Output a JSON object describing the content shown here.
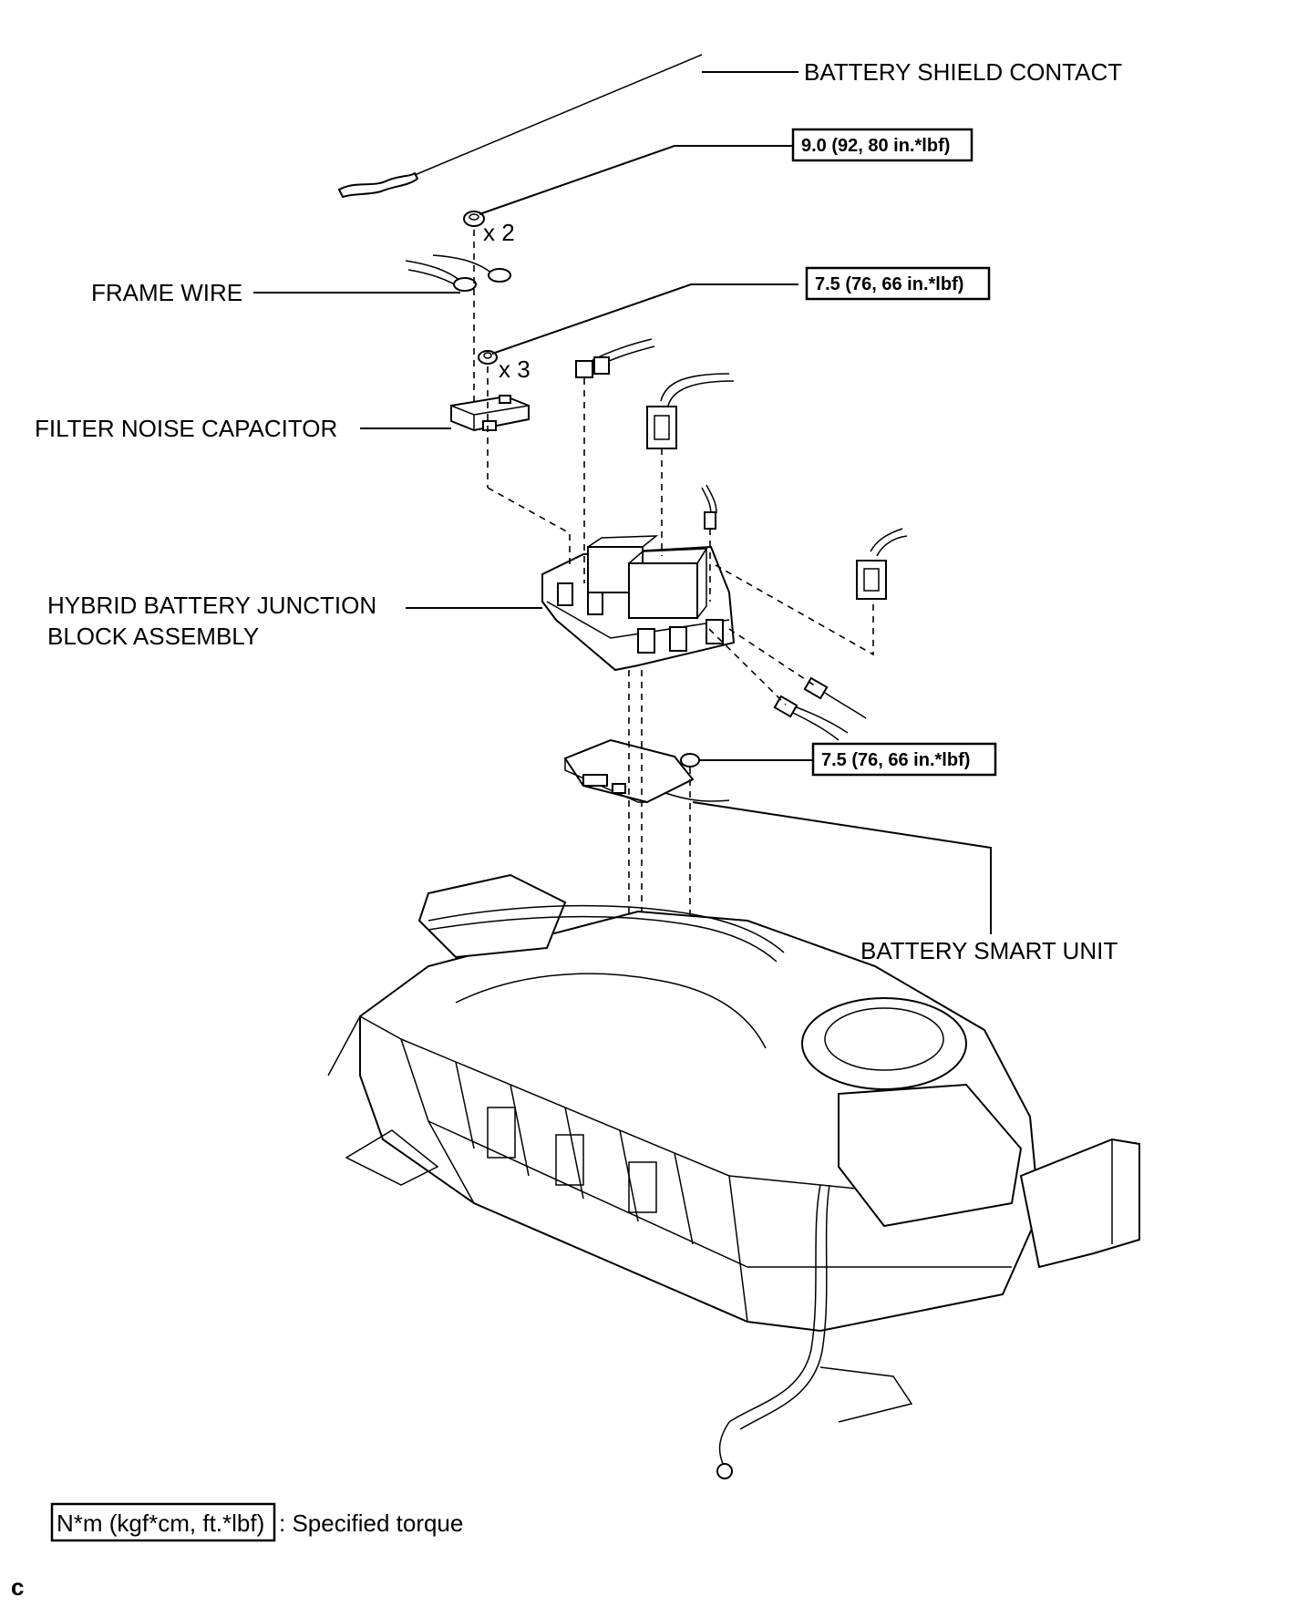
{
  "callouts": {
    "battery_shield_contact": "BATTERY SHIELD CONTACT",
    "frame_wire": "FRAME WIRE",
    "filter_noise_capacitor": "FILTER NOISE CAPACITOR",
    "junction_block_line1": "HYBRID BATTERY JUNCTION",
    "junction_block_line2": "BLOCK ASSEMBLY",
    "battery_smart_unit": "BATTERY SMART UNIT"
  },
  "quantities": {
    "nut_top": "x 2",
    "nut_middle": "x 3"
  },
  "torques": {
    "top": "9.0 (92, 80 in.*lbf)",
    "middle": "7.5 (76, 66 in.*lbf)",
    "lower": "7.5 (76, 66 in.*lbf)"
  },
  "legend": {
    "unit_box": "N*m (kgf*cm, ft.*lbf)",
    "description": ": Specified torque"
  },
  "corner_mark": "c"
}
